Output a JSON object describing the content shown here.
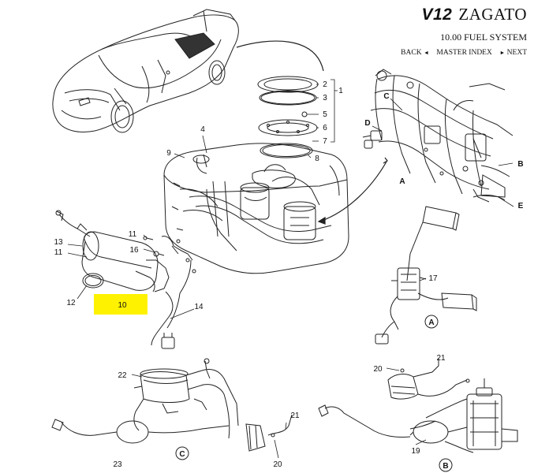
{
  "header": {
    "brand_prefix": "V12",
    "brand_name": "ZAGATO",
    "section_title": "10.00 FUEL SYSTEM"
  },
  "nav": {
    "back": "BACK",
    "back_arrow": "◄",
    "master_index": "MASTER INDEX",
    "next_arrow": "►",
    "next": "NEXT"
  },
  "callouts": {
    "n1": "1",
    "n2": "2",
    "n3": "3",
    "n4": "4",
    "n5": "5",
    "n6": "6",
    "n7": "7",
    "n8": "8",
    "n9": "9",
    "n10": "10",
    "n11a": "11",
    "n11b": "11",
    "n12": "12",
    "n13": "13",
    "n14": "14",
    "n16": "16",
    "n17": "17",
    "n19": "19",
    "n20a": "20",
    "n20b": "20",
    "n21a": "21",
    "n21b": "21",
    "n22": "22",
    "n23": "23",
    "lA": "A",
    "lB": "B",
    "lC": "C",
    "lD": "D",
    "lE": "E",
    "cA": "A",
    "cB": "B",
    "cC": "C"
  },
  "highlight": {
    "color": "#fff200",
    "target": "10"
  },
  "colors": {
    "line": "#222222",
    "text": "#111111",
    "background": "#ffffff"
  }
}
